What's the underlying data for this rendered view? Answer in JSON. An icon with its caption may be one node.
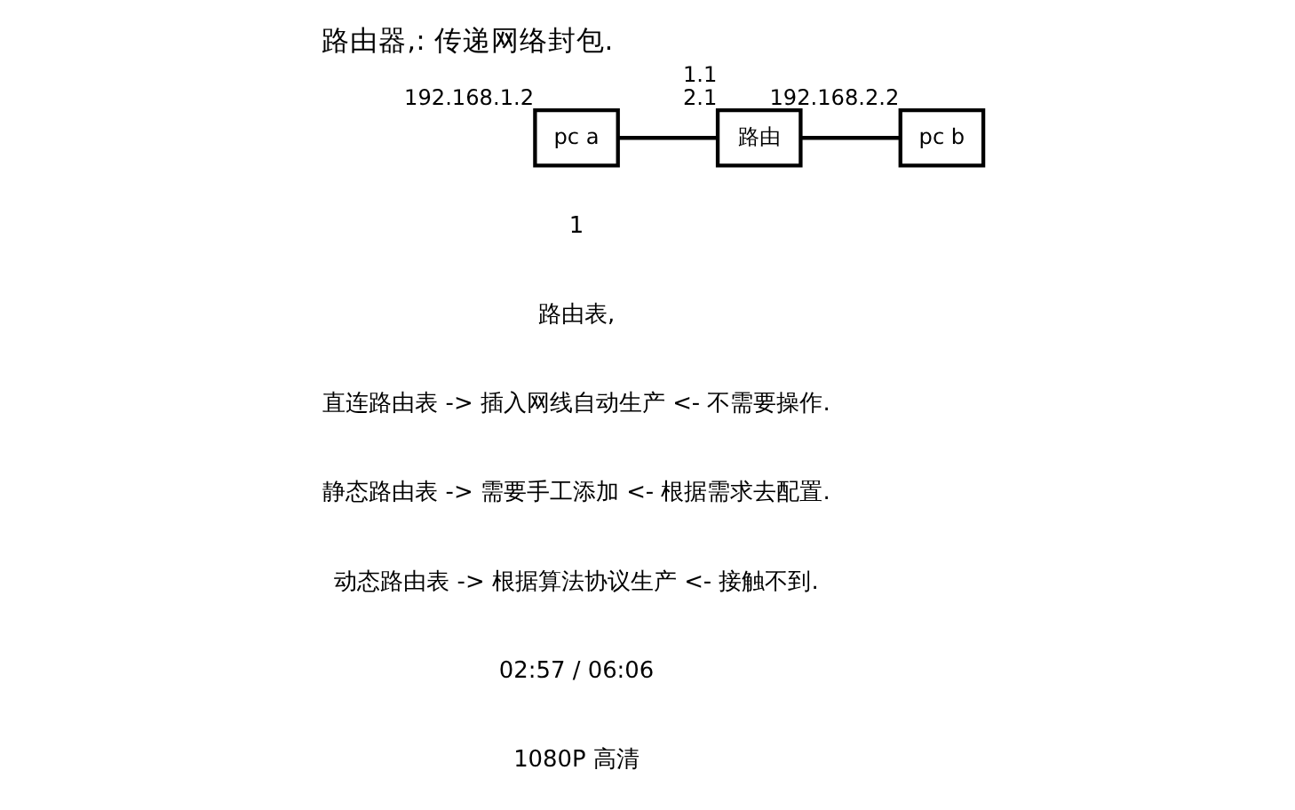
{
  "diagram": {
    "title": "路由器,: 传递网络封包.",
    "nodes": [
      {
        "text": [
          "pc a"
        ],
        "beside": [
          "192.168.1.2"
        ]
      },
      {
        "text": [
          "路由"
        ],
        "beside": [
          "1.1",
          "2.1"
        ]
      },
      {
        "text": [
          "pc b"
        ],
        "beside": [
          "192.168.2.2"
        ]
      }
    ],
    "edges": [
      {
        "from": 0,
        "to": 1,
        "arrow": "none"
      },
      {
        "from": 1,
        "to": 2,
        "arrow": "none"
      }
    ],
    "labels": [
      "1",
      "路由表,",
      "直连路由表 -> 插入网线自动生产 <- 不需要操作.",
      "静态路由表 -> 需要手工添加 <- 根据需求去配置.",
      "动态路由表 -> 根据算法协议生产 <- 接触不到.",
      "02:57 / 06:06",
      "1080P 高清"
    ]
  }
}
